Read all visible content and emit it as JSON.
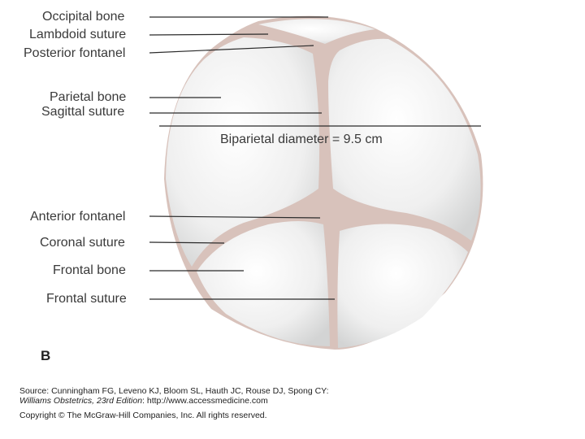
{
  "labels": {
    "occipital_bone": "Occipital bone",
    "lambdoid_suture": "Lambdoid suture",
    "posterior_fontanel": "Posterior fontanel",
    "parietal_bone": "Parietal bone",
    "sagittal_suture": "Sagittal suture",
    "biparietal_diameter": "Biparietal diameter = 9.5 cm",
    "anterior_fontanel": "Anterior fontanel",
    "coronal_suture": "Coronal suture",
    "frontal_bone": "Frontal bone",
    "frontal_suture": "Frontal suture"
  },
  "panel_letter": "B",
  "source": {
    "line1": "Source: Cunningham FG, Leveno KJ, Bloom SL, Hauth JC, Rouse DJ, Spong CY:",
    "book_title": "Williams Obstetrics, 23rd Edition",
    "line2_rest": ": http://www.accessmedicine.com",
    "copyright": "Copyright © The McGraw-Hill Companies, Inc. All rights reserved."
  },
  "colors": {
    "bone": "#f1f1f1",
    "bone_shade": "#d9dada",
    "suture": "#d8c2bb",
    "leader": "#2b2b2b",
    "label_text": "#3a3a3a"
  }
}
